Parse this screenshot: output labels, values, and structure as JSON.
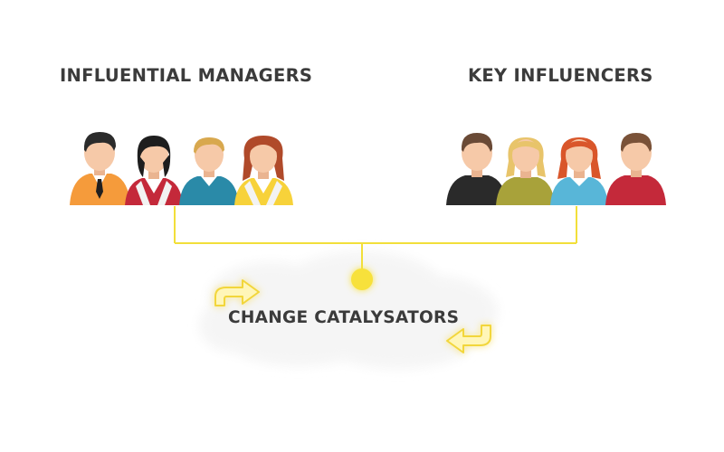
{
  "diagram": {
    "left_group": {
      "title": "INFLUENTIAL MANAGERS"
    },
    "right_group": {
      "title": "KEY INFLUENCERS"
    },
    "center": {
      "title": "CHANGE CATALYSATORS"
    }
  },
  "colors": {
    "heading_text": "#3b3b3b",
    "connector": "#f2df3a",
    "node": "#f7e13b",
    "skin": "#f6c9a8",
    "cloud": "#f7f7f7"
  }
}
